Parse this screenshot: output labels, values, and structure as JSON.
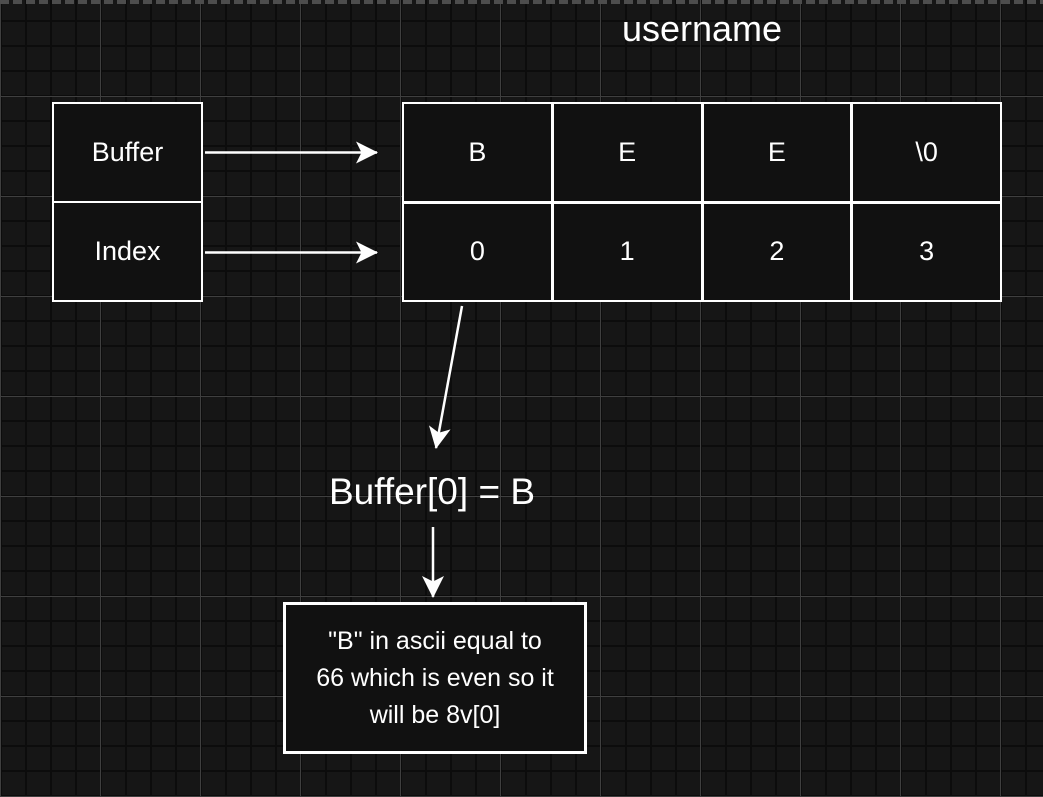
{
  "title": "username",
  "legend": {
    "labels": [
      "Buffer",
      "Index"
    ]
  },
  "array": {
    "chars": [
      "B",
      "E",
      "E",
      "\\0"
    ],
    "indices": [
      "0",
      "1",
      "2",
      "3"
    ]
  },
  "annotation": {
    "text": "Buffer[0] = B"
  },
  "note": {
    "lines": [
      "\"B\" in ascii equal to",
      "66 which is even so it",
      "will be 8v[0]"
    ]
  },
  "colors": {
    "canvas_background": "#161616",
    "grid_minor": "#0c0c0c",
    "grid_major": "#3f3f3f",
    "page_break_dash": "#4d4d4d",
    "shape_stroke": "#ffffff",
    "shape_fill": "#111111",
    "text": "#ffffff"
  }
}
